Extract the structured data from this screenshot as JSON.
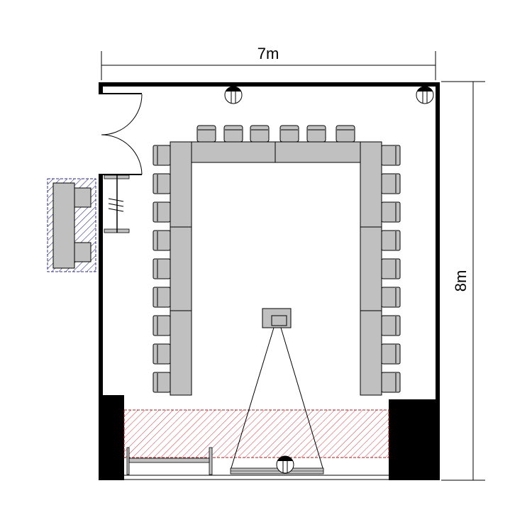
{
  "dimensions": {
    "width_label": "7m",
    "height_label": "8m"
  },
  "colors": {
    "wall": "#000000",
    "furniture": "#c0c0c0",
    "stage_hatch": "#d04040",
    "desk_hatch": "#303080"
  },
  "layout": {
    "top_chairs": 6,
    "side_chairs_per_side": 9
  }
}
